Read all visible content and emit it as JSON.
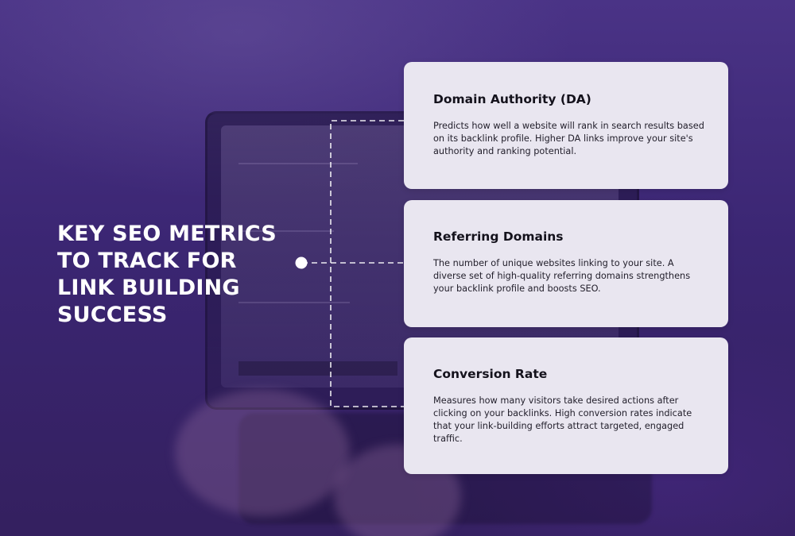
{
  "headline": "Key SEO Metrics to Track for Link Building Success",
  "cards": [
    {
      "title": "Domain Authority (DA)",
      "body": "Predicts how well a website will rank in search results based on its backlink profile. Higher DA links improve your site's authority and ranking potential."
    },
    {
      "title": "Referring Domains",
      "body": "The number of unique websites linking to your site. A diverse set of high-quality referring domains strengthens your backlink profile and boosts SEO."
    },
    {
      "title": "Conversion Rate",
      "body": "Measures how many visitors take desired actions after clicking on your backlinks. High conversion rates indicate that your link-building efforts attract targeted, engaged traffic."
    }
  ],
  "colors": {
    "background": "#3a2670",
    "card": "#e9e6f0",
    "text_dark": "#14121c",
    "headline": "#ffffff",
    "connector": "#ffffff"
  }
}
